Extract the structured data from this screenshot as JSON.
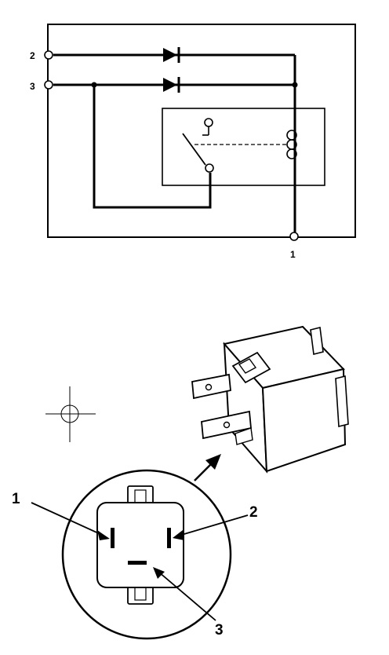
{
  "schematic": {
    "terminals": [
      {
        "id": "term-2",
        "label": "2"
      },
      {
        "id": "term-3",
        "label": "3"
      },
      {
        "id": "term-1",
        "label": "1"
      }
    ]
  },
  "connector_view": {
    "callouts": [
      {
        "id": "callout-1",
        "label": "1"
      },
      {
        "id": "callout-2",
        "label": "2"
      },
      {
        "id": "callout-3",
        "label": "3"
      }
    ]
  },
  "colors": {
    "ink": "#000000",
    "paper": "#ffffff"
  }
}
